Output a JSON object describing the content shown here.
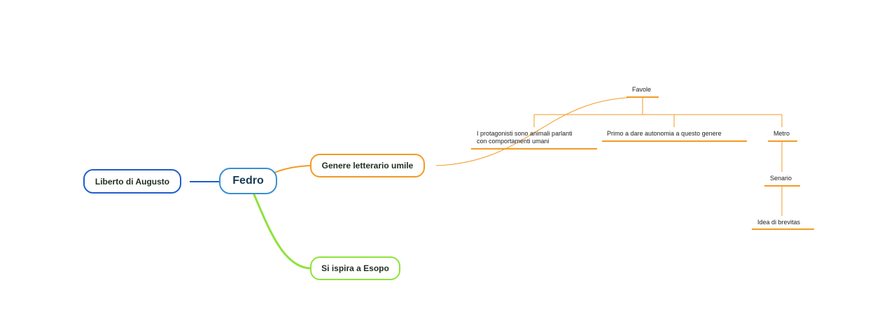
{
  "mindmap": {
    "center": {
      "label": "Fedro"
    },
    "branches": {
      "liberto": {
        "label": "Liberto di Augusto"
      },
      "genere": {
        "label": "Genere letterario umile"
      },
      "esopo": {
        "label": "Si ispira a Esopo"
      }
    },
    "subtopics": {
      "favole": {
        "label": "Favole"
      },
      "protagonisti": {
        "label": "I protagonisti sono animali parlanti\ncon comportamenti umani"
      },
      "primo": {
        "label": "Primo a dare autonomia a questo genere"
      },
      "metro": {
        "label": "Metro"
      },
      "senario": {
        "label": "Senario"
      },
      "idea": {
        "label": "Idea di brevitas"
      }
    }
  },
  "colors": {
    "center_border": "#3a8fd0",
    "liberto": "#1f5ccc",
    "genere": "#f39a25",
    "esopo": "#8fe23a"
  }
}
